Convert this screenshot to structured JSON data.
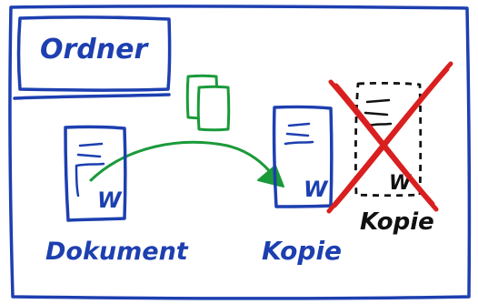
{
  "folder": {
    "label": "Ordner"
  },
  "documents": {
    "source_label": "Dokument",
    "copy_label": "Kopie",
    "rejected_copy_label": "Kopie",
    "word_letter": "W"
  },
  "colors": {
    "ink_blue": "#1d3fb0",
    "ink_green": "#1a9a3a",
    "ink_black": "#111111",
    "ink_red": "#d91f1f"
  }
}
